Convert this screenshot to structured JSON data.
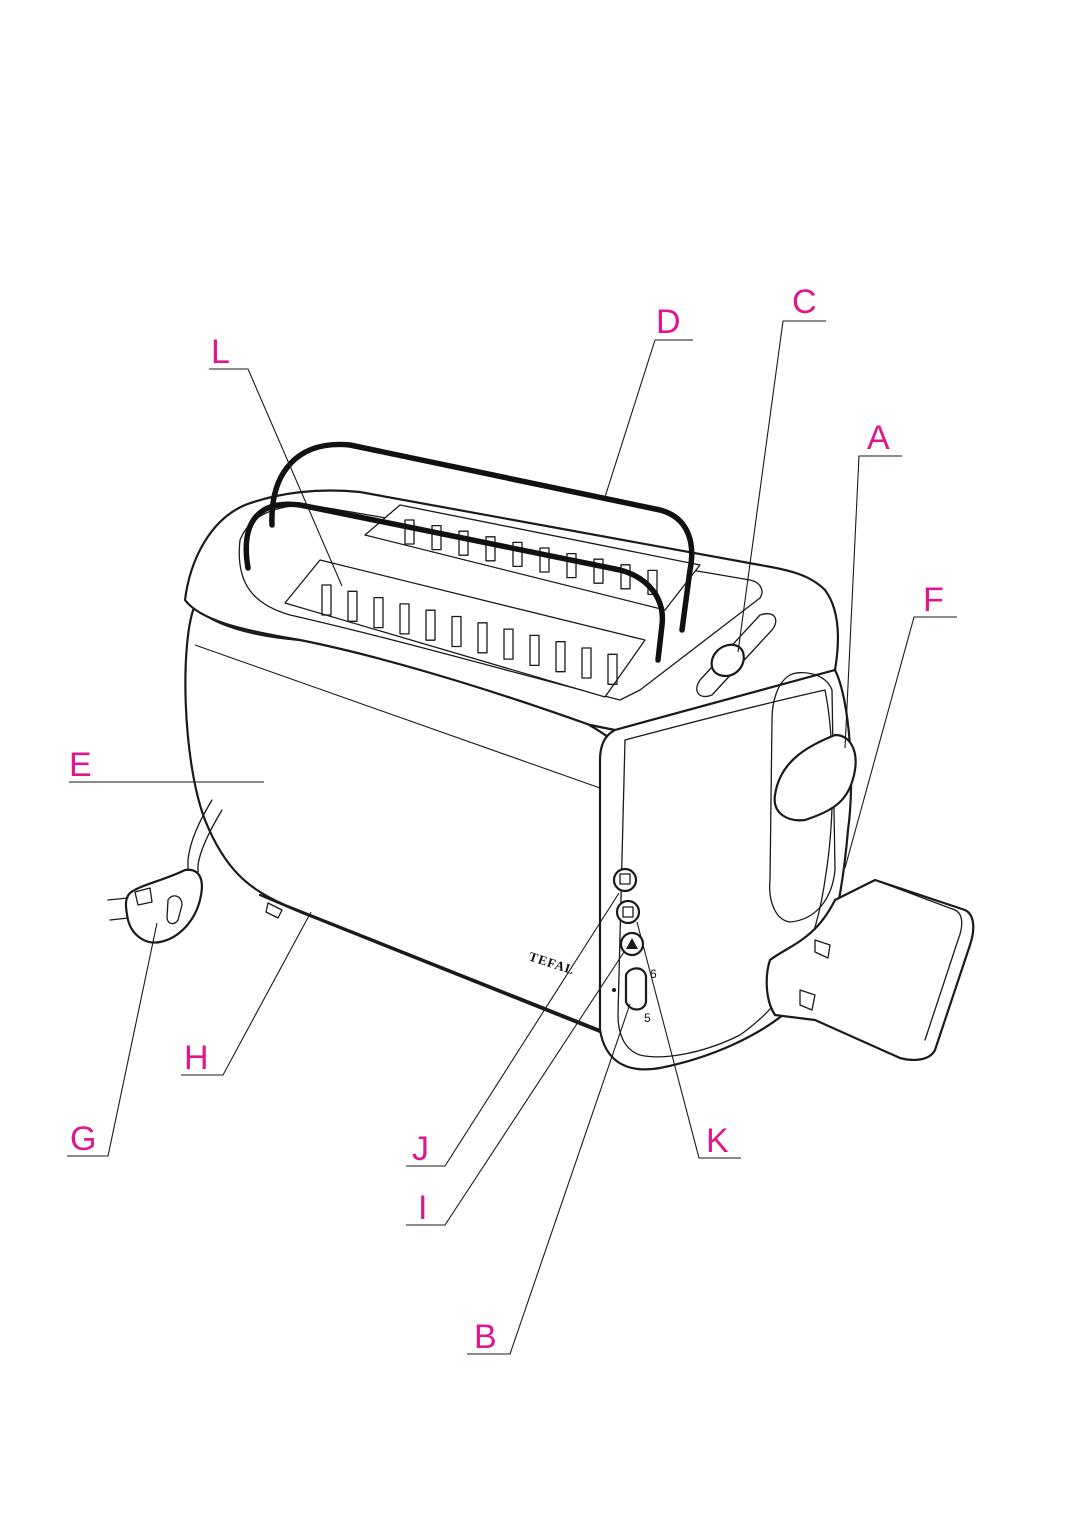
{
  "callouts": {
    "A": "A",
    "B": "B",
    "C": "C",
    "D": "D",
    "E": "E",
    "F": "F",
    "G": "G",
    "H": "H",
    "I": "I",
    "J": "J",
    "K": "K",
    "L": "L"
  },
  "appliance": {
    "brand": "TEFAL",
    "dial_upper_number": "6",
    "dial_lower_number": "5"
  },
  "colors": {
    "callout": "#e0168c",
    "line": "#1a1a1a"
  }
}
